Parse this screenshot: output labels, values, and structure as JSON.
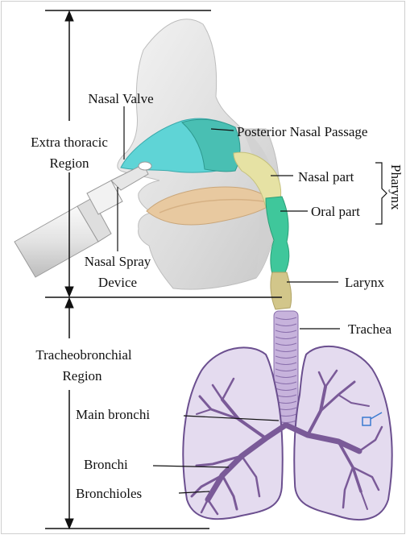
{
  "labels": {
    "nasal_valve": "Nasal Valve",
    "extra_thoracic_line1": "Extra thoracic",
    "extra_thoracic_line2": "Region",
    "posterior_nasal_passage": "Posterior Nasal Passage",
    "nasal_part": "Nasal part",
    "oral_part": "Oral part",
    "pharynx": "Pharynx",
    "nasal_spray_line1": "Nasal Spray",
    "nasal_spray_line2": "Device",
    "larynx": "Larynx",
    "trachea": "Trachea",
    "tracheobronchial_line1": "Tracheobronchial",
    "tracheobronchial_line2": "Region",
    "main_bronchi": "Main bronchi",
    "bronchi": "Bronchi",
    "bronchioles": "Bronchioles"
  },
  "colors": {
    "nasal_passage": "#5fd4d6",
    "posterior_passage": "#49bfb3",
    "pharynx_nasal": "#e6e2a4",
    "oral_cavity": "#e8c9a0",
    "pharynx_oral": "#3fc79b",
    "larynx": "#d2c68a",
    "trachea": "#c7b3dc",
    "lung_fill": "#e4dbef",
    "lung_stroke": "#6b4f8f",
    "bronchi_tree": "#7a5a98",
    "head": "#e8e8e8"
  }
}
